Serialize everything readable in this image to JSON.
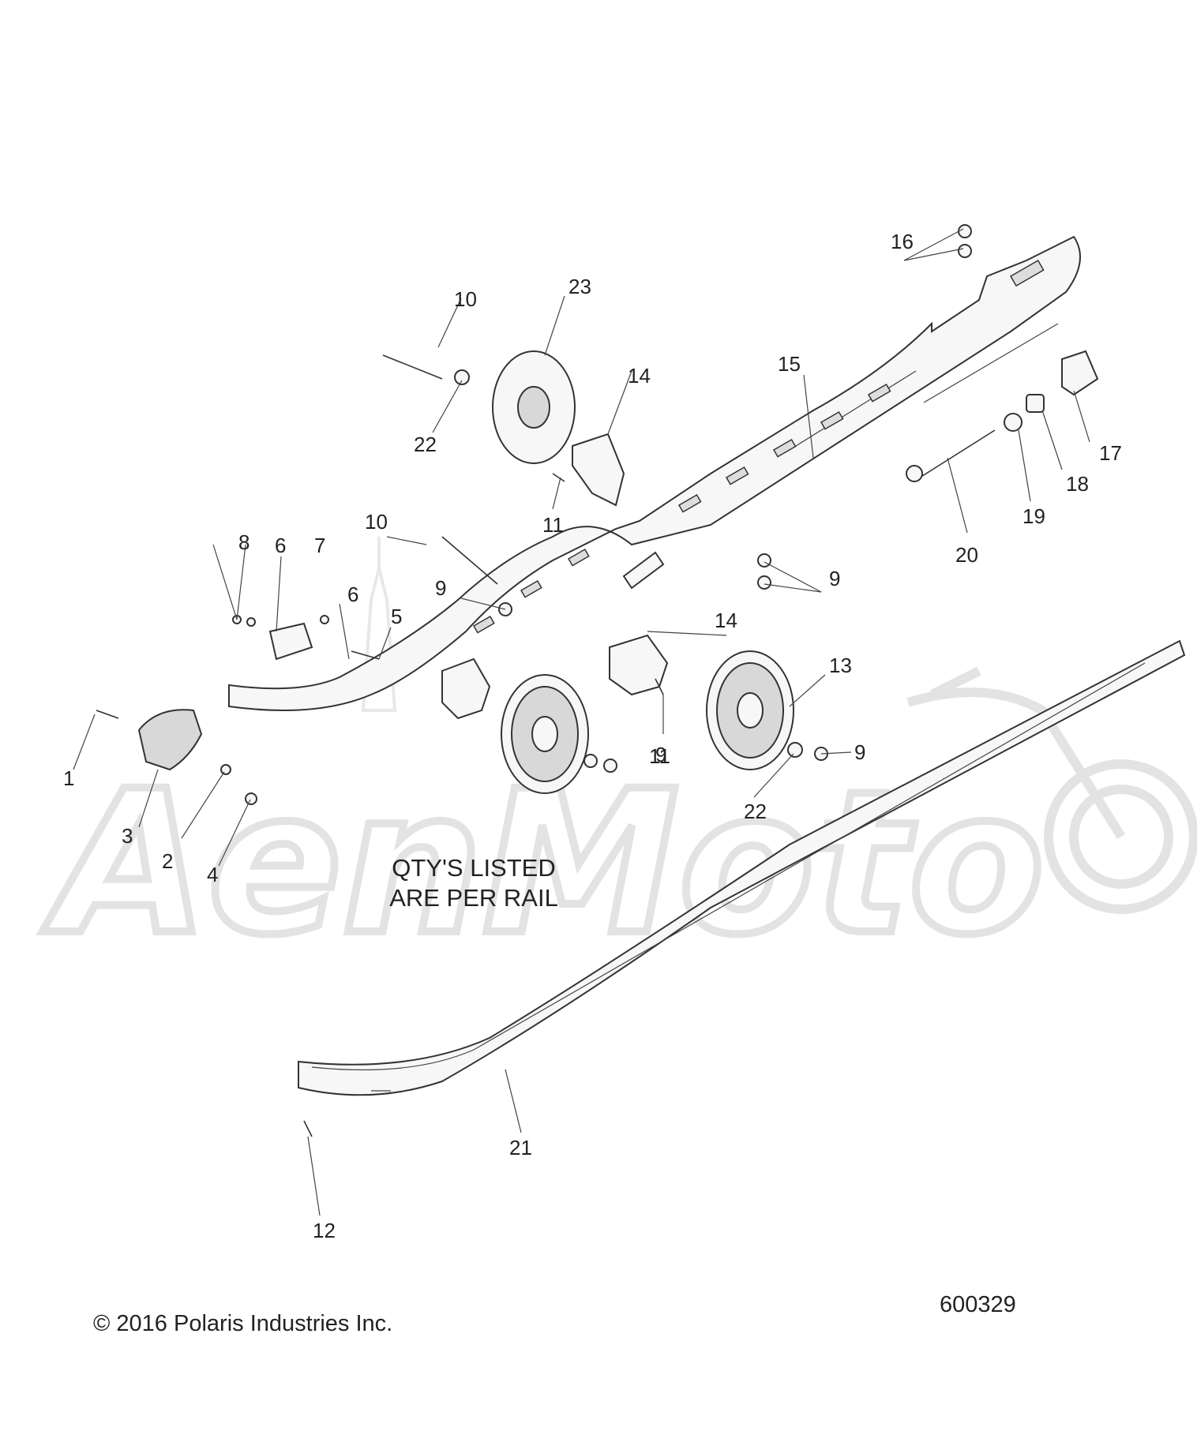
{
  "watermark": "AenMoto",
  "note": [
    "QTY'S LISTED",
    "ARE PER RAIL"
  ],
  "copyright": "© 2016 Polaris Industries Inc.",
  "diagram_id": "600329",
  "callouts": [
    "1",
    "2",
    "3",
    "4",
    "5",
    "6",
    "6",
    "7",
    "8",
    "9",
    "9",
    "9",
    "9",
    "10",
    "10",
    "11",
    "11",
    "12",
    "13",
    "14",
    "14",
    "15",
    "16",
    "17",
    "18",
    "19",
    "20",
    "21",
    "22",
    "22",
    "23"
  ]
}
